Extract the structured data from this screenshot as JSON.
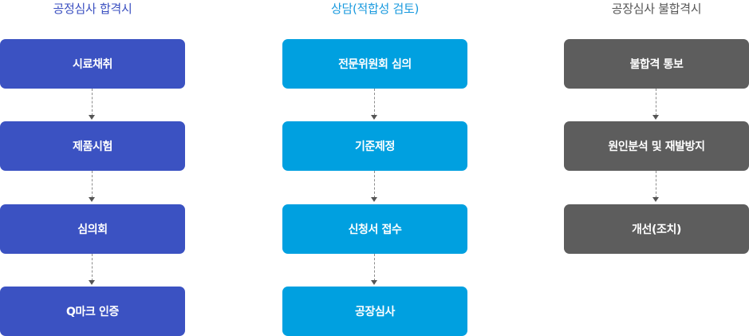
{
  "columns": [
    {
      "title": "공정심사 합격시",
      "steps": [
        "시료채취",
        "제품시험",
        "심의회",
        "Q마크 인증"
      ]
    },
    {
      "title": "상담(적합성 검토)",
      "steps": [
        "전문위원회 심의",
        "기준제정",
        "신청서 접수",
        "공장심사"
      ]
    },
    {
      "title": "공장심사 불합격시",
      "steps": [
        "불합격 통보",
        "원인분석 및 재발방지",
        "개선(조치)"
      ]
    }
  ],
  "colors": {
    "pass": "#3b52c2",
    "consult": "#00a0e0",
    "fail": "#5d5d5d"
  }
}
